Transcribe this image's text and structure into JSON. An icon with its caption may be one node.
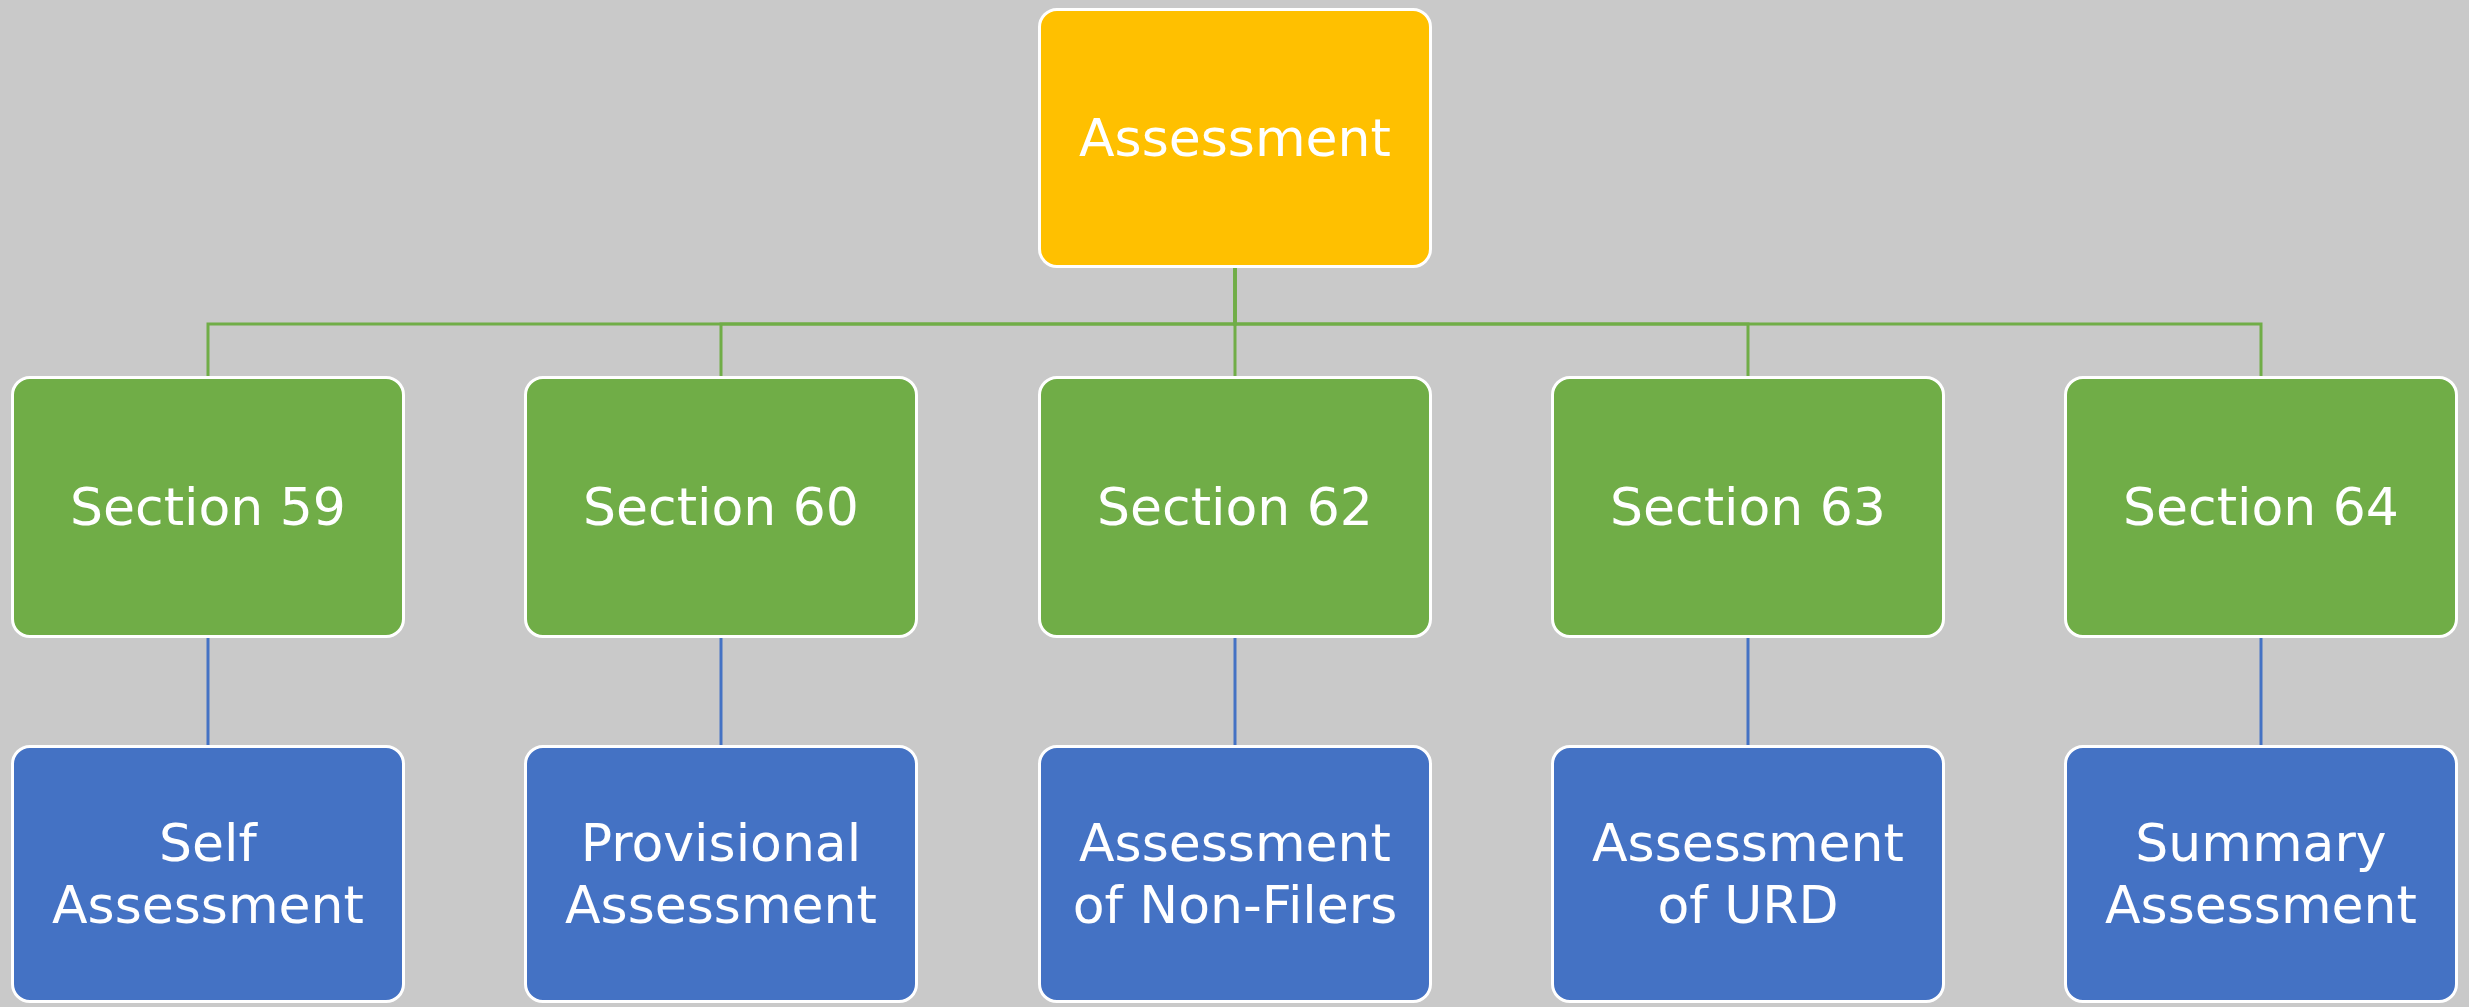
{
  "diagram": {
    "nodes": [
      {
        "text": [
          "Assessment"
        ]
      },
      {
        "text": [
          "Section 59"
        ]
      },
      {
        "text": [
          "Section 60"
        ]
      },
      {
        "text": [
          "Section 62"
        ]
      },
      {
        "text": [
          "Section 63"
        ]
      },
      {
        "text": [
          "Section 64"
        ]
      },
      {
        "text": [
          "Self Assessment"
        ]
      },
      {
        "text": [
          "Provisional Assessment"
        ]
      },
      {
        "text": [
          "Assessment of Non-Filers"
        ]
      },
      {
        "text": [
          "Assessment of URD"
        ]
      },
      {
        "text": [
          "Summary Assessment"
        ]
      }
    ],
    "edges": [
      {
        "from": 0,
        "to": 1,
        "arrow": "none"
      },
      {
        "from": 0,
        "to": 2,
        "arrow": "none"
      },
      {
        "from": 0,
        "to": 3,
        "arrow": "none"
      },
      {
        "from": 0,
        "to": 4,
        "arrow": "none"
      },
      {
        "from": 0,
        "to": 5,
        "arrow": "none"
      },
      {
        "from": 1,
        "to": 6,
        "arrow": "none",
        "color": "#4472c4"
      },
      {
        "from": 2,
        "to": 7,
        "arrow": "none",
        "color": "#4472c4"
      },
      {
        "from": 3,
        "to": 8,
        "arrow": "none",
        "color": "#4472c4"
      },
      {
        "from": 4,
        "to": 9,
        "arrow": "none",
        "color": "#4472c4"
      },
      {
        "from": 5,
        "to": 10,
        "arrow": "none",
        "color": "#4472c4"
      }
    ]
  }
}
